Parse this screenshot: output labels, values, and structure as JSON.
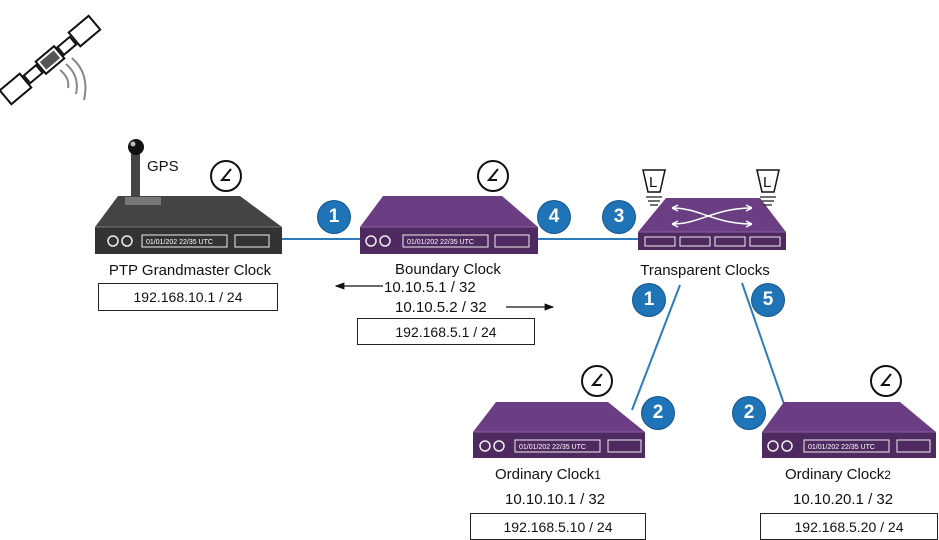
{
  "colors": {
    "link": "#2b7bbd",
    "badge": "#1f73b7",
    "device_purple": "#5e3572",
    "device_dark": "#3b3b3b"
  },
  "gps_label": "GPS",
  "devices": {
    "grandmaster": {
      "name": "PTP Grandmaster Clock",
      "address": "192.168.10.1 / 24",
      "display": "01/01/202   22/35 UTC"
    },
    "boundary": {
      "name": "Boundary Clock",
      "port1": "10.10.5.1 / 32",
      "port2": "10.10.5.2 / 32",
      "address": "192.168.5.1 / 24",
      "display": "01/01/202   22/35 UTC"
    },
    "transparent": {
      "name": "Transparent Clocks"
    },
    "ordinary1": {
      "name": "Ordinary Clock",
      "suffix": "1",
      "port": "10.10.10.1 / 32",
      "address": "192.168.5.10 / 24",
      "display": "01/01/202   22/35 UTC"
    },
    "ordinary2": {
      "name": "Ordinary Clock",
      "suffix": "2",
      "port": "10.10.20.1 / 32",
      "address": "192.168.5.20 / 24",
      "display": "01/01/202   22/35 UTC"
    }
  },
  "badges": [
    "1",
    "4",
    "3",
    "1",
    "5",
    "2",
    "2"
  ],
  "transparent_tag": "L"
}
